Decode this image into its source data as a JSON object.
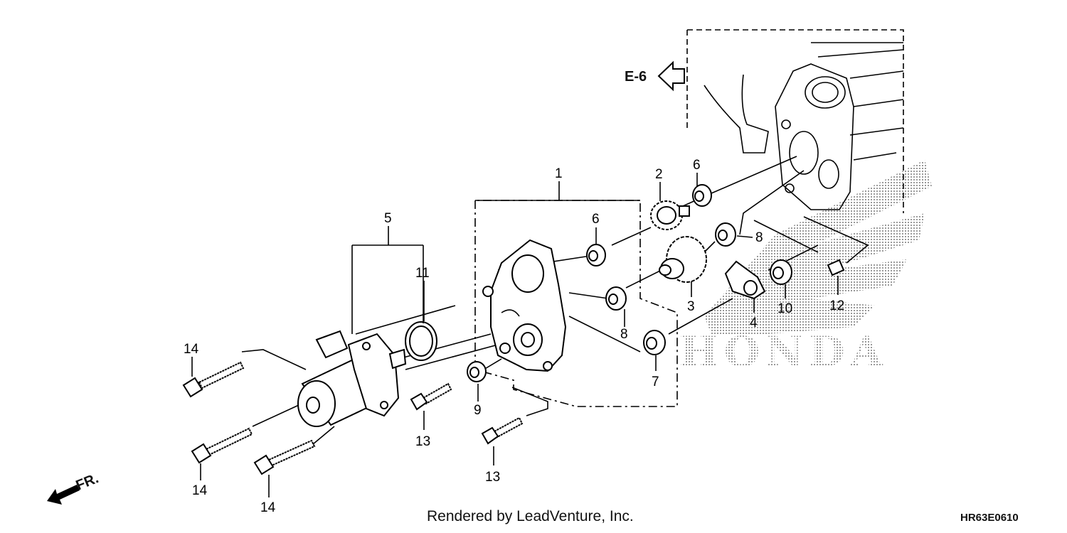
{
  "callouts": [
    {
      "id": "c1",
      "label": "1"
    },
    {
      "id": "c2",
      "label": "2"
    },
    {
      "id": "c3",
      "label": "3"
    },
    {
      "id": "c4",
      "label": "4"
    },
    {
      "id": "c5",
      "label": "5"
    },
    {
      "id": "c6a",
      "label": "6"
    },
    {
      "id": "c6b",
      "label": "6"
    },
    {
      "id": "c7",
      "label": "7"
    },
    {
      "id": "c8a",
      "label": "8"
    },
    {
      "id": "c8b",
      "label": "8"
    },
    {
      "id": "c9",
      "label": "9"
    },
    {
      "id": "c10",
      "label": "10"
    },
    {
      "id": "c11",
      "label": "11"
    },
    {
      "id": "c12",
      "label": "12"
    },
    {
      "id": "c13a",
      "label": "13"
    },
    {
      "id": "c13b",
      "label": "13"
    },
    {
      "id": "c14a",
      "label": "14"
    },
    {
      "id": "c14b",
      "label": "14"
    },
    {
      "id": "c14c",
      "label": "14"
    }
  ],
  "reference": {
    "label": "E-6"
  },
  "direction": {
    "label": "FR."
  },
  "watermark": {
    "text": "HONDA"
  },
  "footer": {
    "credit": "Rendered by LeadVenture, Inc.",
    "diagram_code": "HR63E0610"
  }
}
